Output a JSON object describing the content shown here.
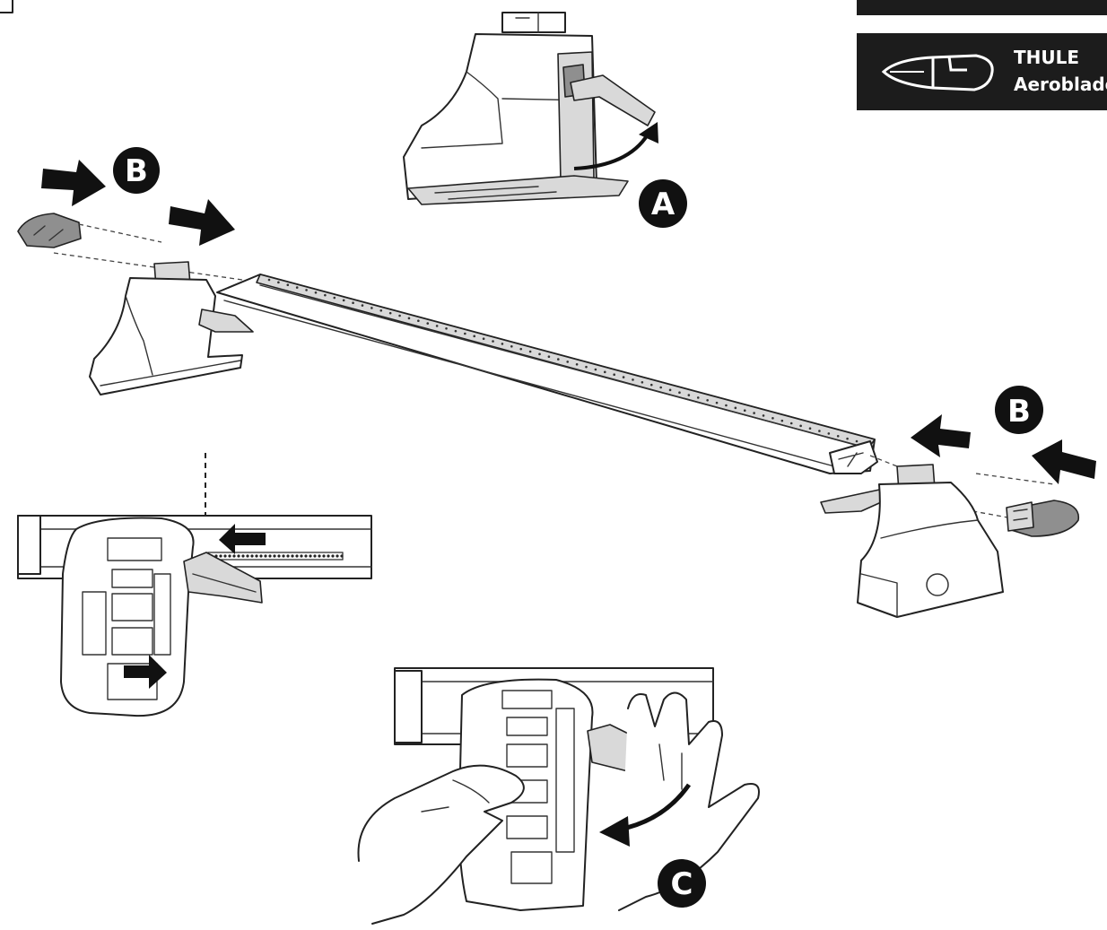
{
  "labels": {
    "a": "A",
    "b_left": "B",
    "b_right": "B",
    "c": "C"
  },
  "brand": {
    "line1": "THULE",
    "line2": "Aeroblade"
  },
  "colors": {
    "ink": "#111111",
    "panel": "#1c1c1c",
    "part_grey": "#d9d9d9",
    "endcap_grey": "#8f8f8f"
  }
}
